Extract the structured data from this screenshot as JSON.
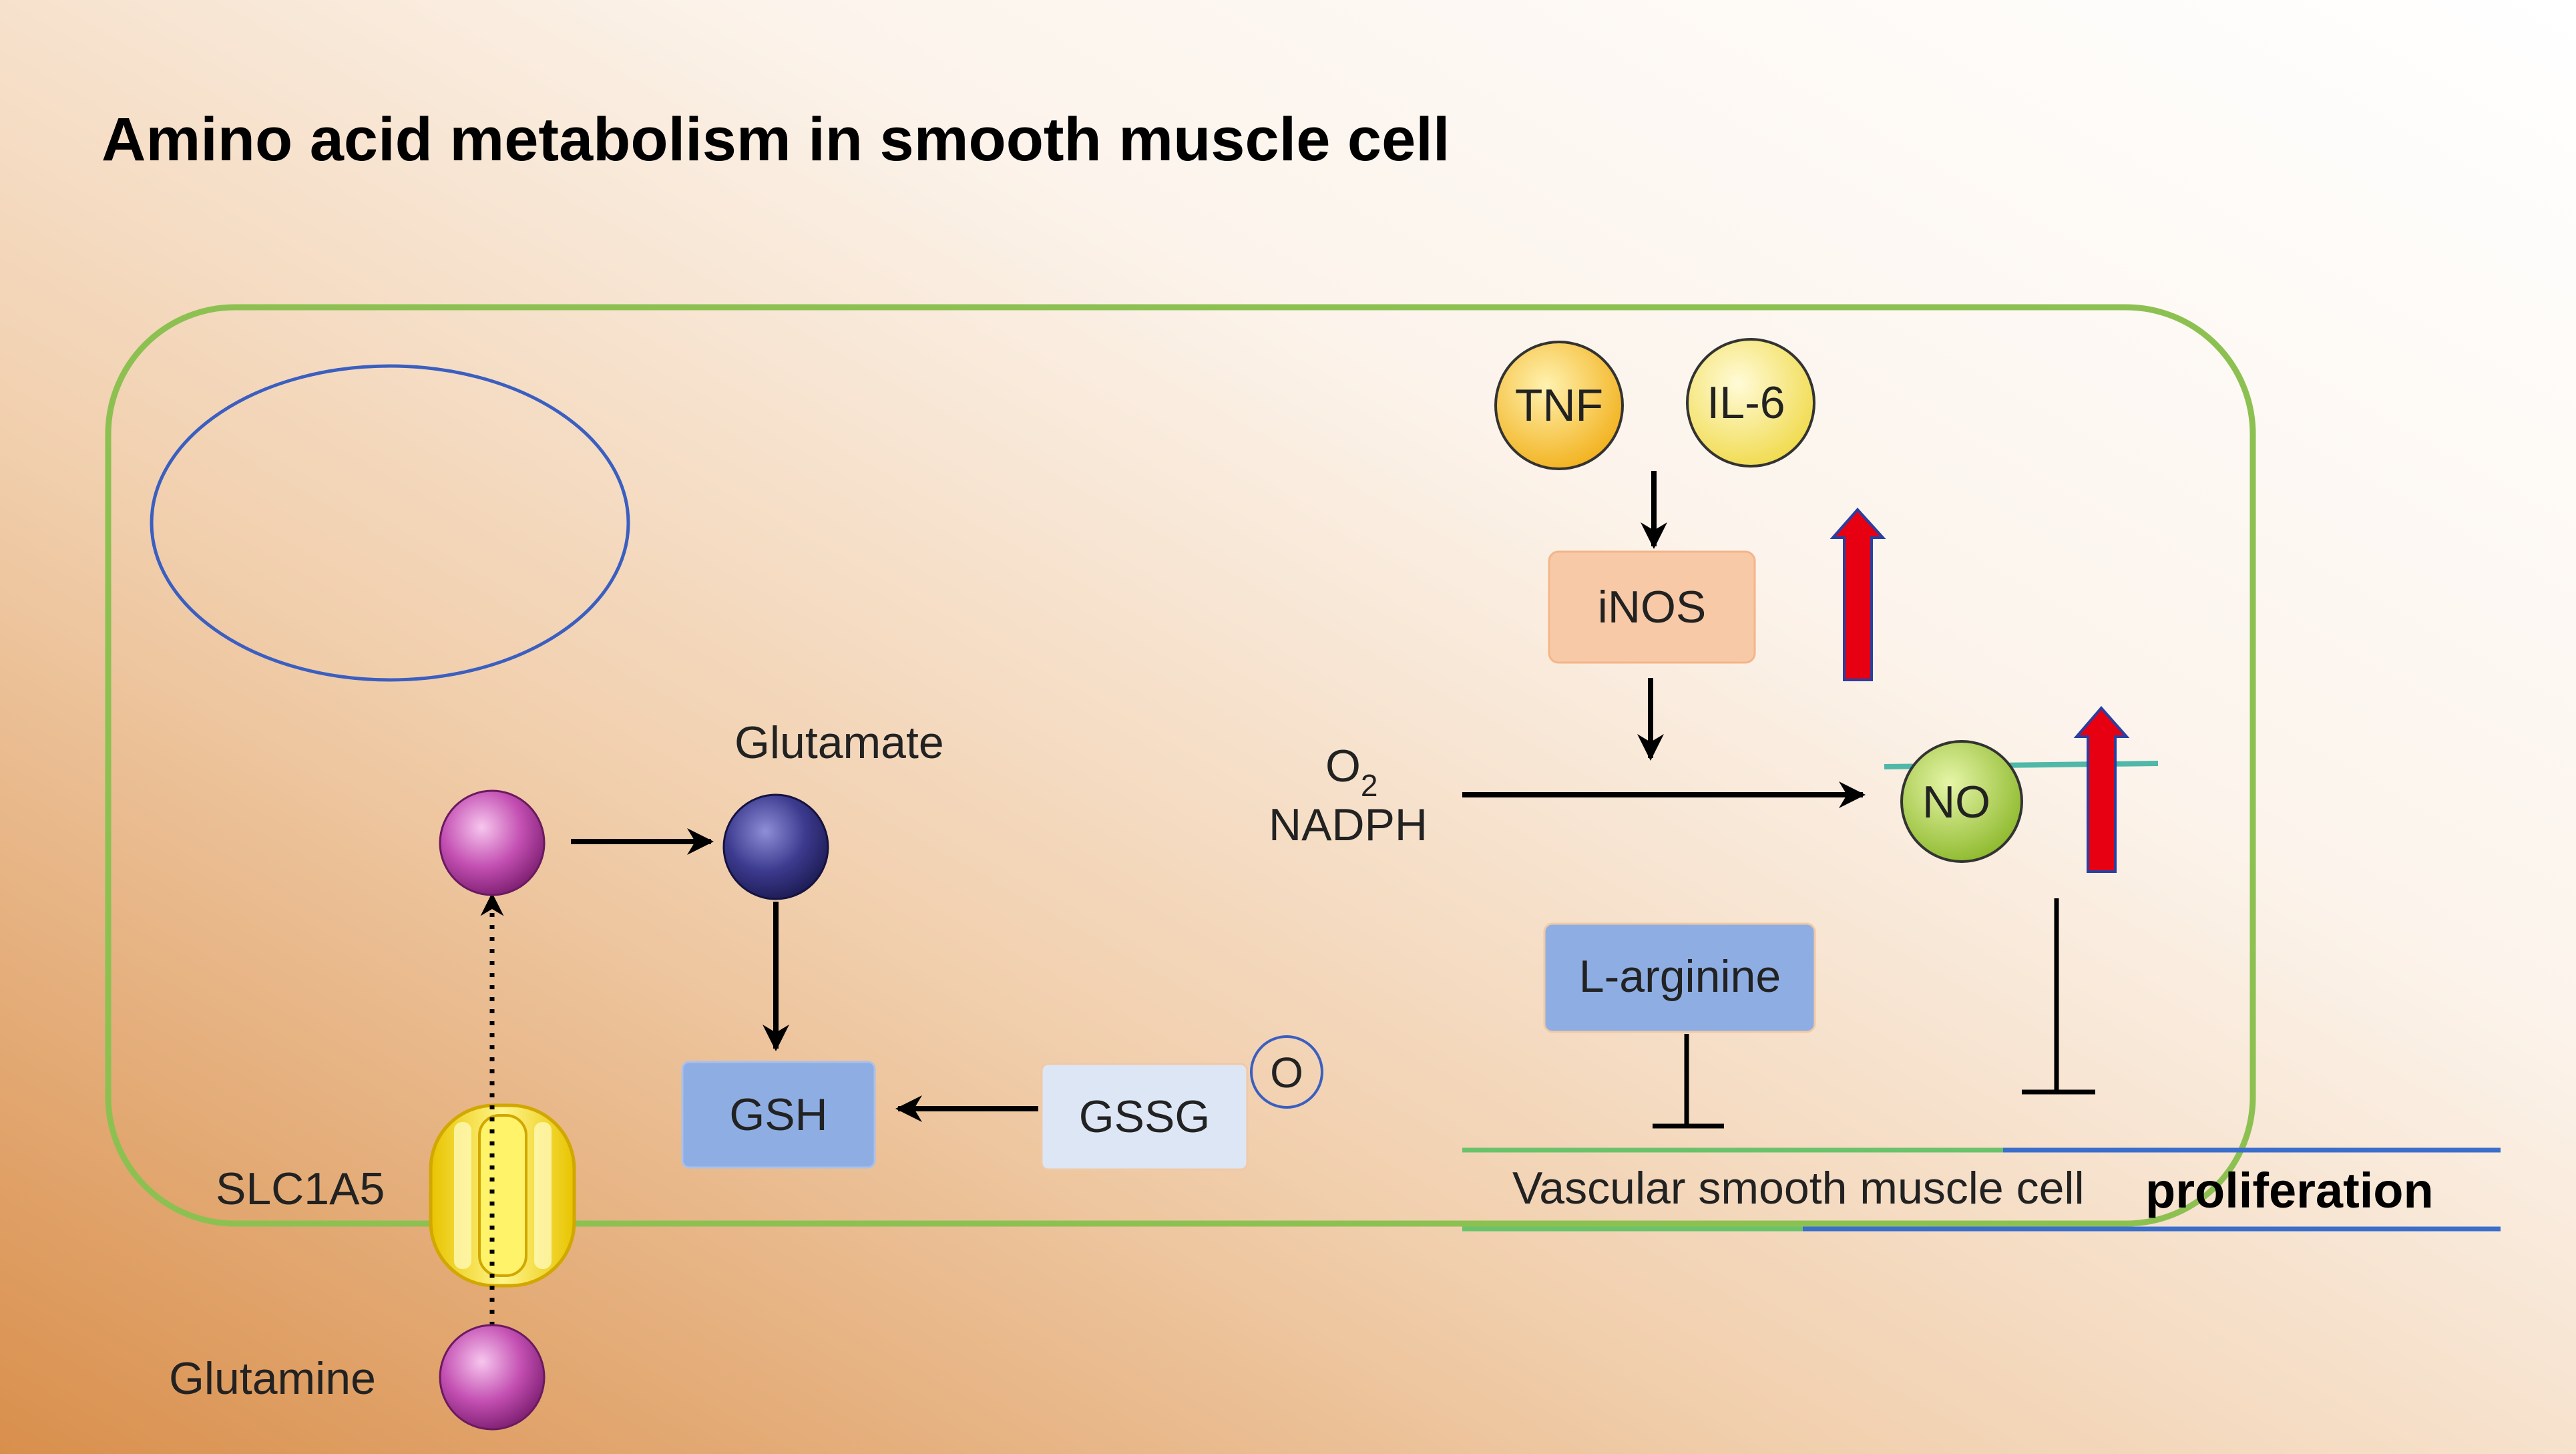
{
  "title": "Amino acid metabolism in smooth muscle cell",
  "labels": {
    "glutamate": "Glutamate",
    "slc1a5": "SLC1A5",
    "glutamine": "Glutamine",
    "gsh": "GSH",
    "gssg": "GSSG",
    "oxygen_tag": "O",
    "tnf": "TNF",
    "il6": "IL-6",
    "inos": "iNOS",
    "o2_main": "O",
    "o2_sub": "2",
    "nadph": "NADPH",
    "no": "NO",
    "l_arginine": "L-arginine",
    "vsmc": "Vascular smooth muscle cell",
    "proliferation": "proliferation"
  },
  "colors": {
    "cell_membrane": "#8cc152",
    "nucleus": "#3b5fc0",
    "box_blue": "#8eaee3",
    "box_light": "#dde6f5",
    "box_peach": "#f8c9a6",
    "tnf_fill": "#f7c42e",
    "il6_fill": "#f7e46a",
    "no_fill": "#a8cf3b",
    "up_arrow": "#e60012",
    "up_arrow_edge": "#2a3fa0",
    "line_green": "#6ac36b",
    "line_blue": "#3b6ecb"
  }
}
